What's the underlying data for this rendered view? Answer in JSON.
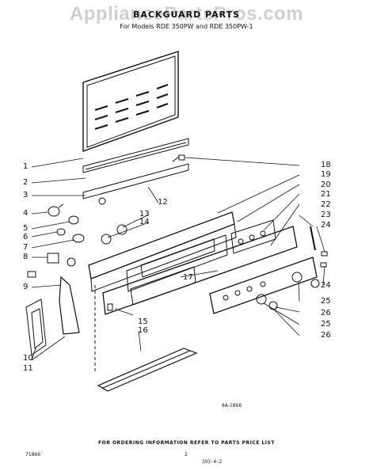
{
  "watermark": "AppliancePartsPros.com",
  "title": "BACKGUARD PARTS",
  "subtitle": "For Models RDE 350PW and RDE 350PW-1",
  "callouts_left": [
    "1",
    "2",
    "3",
    "4",
    "5",
    "6",
    "7",
    "8",
    "9",
    "10",
    "11"
  ],
  "callouts_mid": [
    "12",
    "13",
    "14",
    "15",
    "16",
    "17"
  ],
  "callouts_right": [
    "18",
    "19",
    "20",
    "21",
    "22",
    "23",
    "24",
    "24",
    "25",
    "26",
    "25",
    "26"
  ],
  "drawing_code": "8A-1866",
  "footer": "FOR ORDERING INFORMATION REFER TO PARTS PRICE LIST",
  "code_left": "71866",
  "page_num": "2",
  "diagram_ref": "393-4-2"
}
